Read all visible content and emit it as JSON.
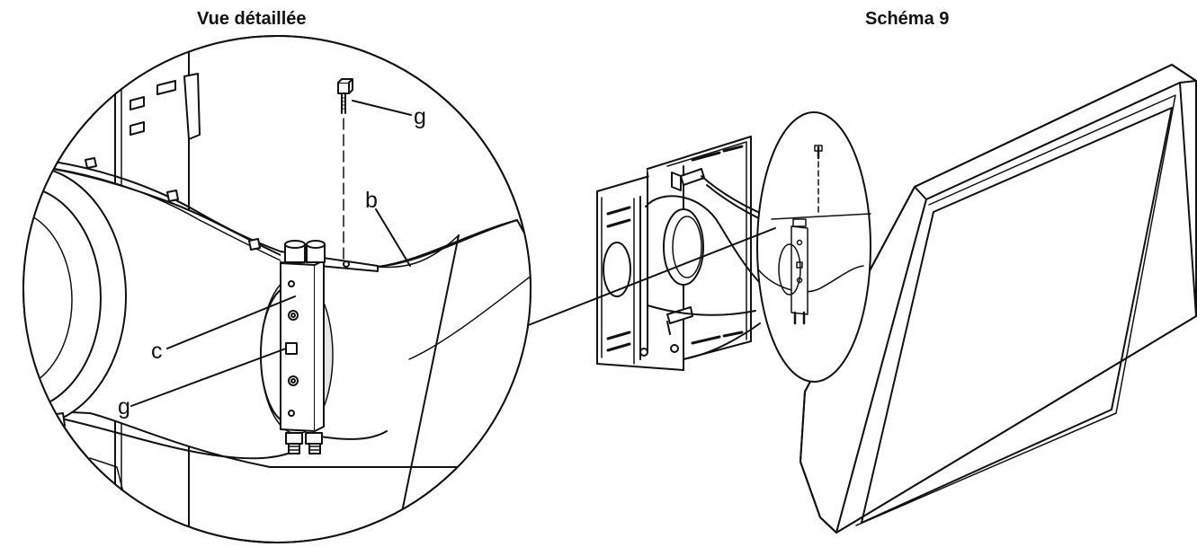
{
  "titles": {
    "detail_view": "Vue détaillée",
    "figure": "Schéma 9"
  },
  "callouts": {
    "g_top": "g",
    "b": "b",
    "c": "c",
    "g_bottom": "g"
  },
  "colors": {
    "line": "#111111",
    "fill": "#ffffff",
    "shade": "#e6e6e6"
  }
}
